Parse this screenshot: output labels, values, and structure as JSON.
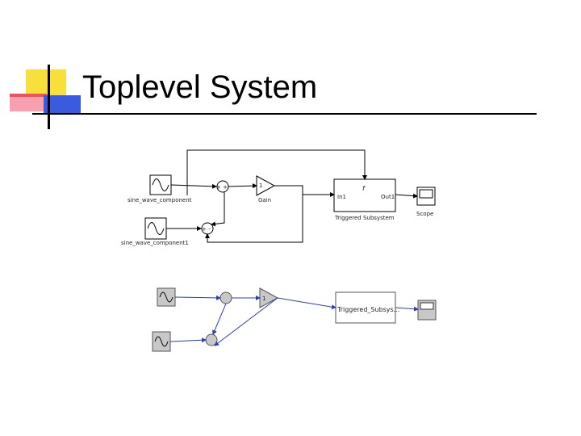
{
  "slide": {
    "title": "Toplevel System"
  },
  "top_diagram": {
    "source1_label": "sine_wave_component",
    "source2_label": "sine_wave_component1",
    "sum1_signs": "+ +",
    "sum2_signs": "+ -",
    "gain_value": "1",
    "gain_label": "Gain",
    "subsystem_in_port": "In1",
    "subsystem_out_port": "Out1",
    "subsystem_trigger": "f",
    "subsystem_label": "Triggered Subsystem",
    "scope_label": "Scope"
  },
  "bottom_diagram": {
    "gain_value": "1",
    "subsystem_label": "Triggered_Subsys..."
  },
  "colors": {
    "line": "#000000",
    "block_fill": "#ffffff",
    "bottom_line": "#2a3fb0",
    "bottom_block_fill": "#c8c8c8",
    "deco_yellow": "#f7e03c",
    "deco_red": "#f05060",
    "deco_blue": "#3a5be0"
  }
}
